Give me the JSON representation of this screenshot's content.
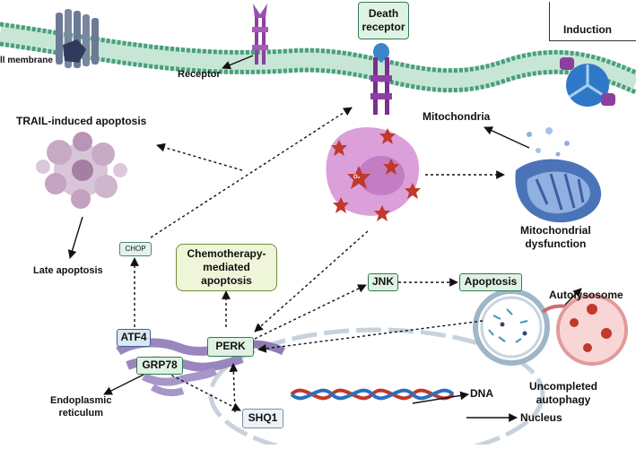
{
  "legend": {
    "label": "Induction"
  },
  "labels": {
    "cell_membrane": "ll membrane",
    "receptor": "Receptor",
    "death_receptor_line1": "Death",
    "death_receptor_line2": "receptor",
    "trail_apoptosis": "TRAIL-induced apoptosis",
    "mitochondria": "Mitochondria",
    "mito_dysfunction_line1": "Mitochondrial",
    "mito_dysfunction_line2": "dysfunction",
    "late_apoptosis": "Late apoptosis",
    "chop": "CHOP",
    "chemo_line1": "Chemotherapy-",
    "chemo_line2": "mediated",
    "chemo_line3": "apoptosis",
    "jnk": "JNK",
    "apoptosis": "Apoptosis",
    "autolysosome": "Autolysosome",
    "uncompleted_line1": "Uncompleted",
    "uncompleted_line2": "autophagy",
    "atf4": "ATF4",
    "perk": "PERK",
    "grp78": "GRP78",
    "er_line1": "Endoplasmic",
    "er_line2": "reticulum",
    "shq1": "SHQ1",
    "dna": "DNA",
    "nucleus": "Nucleus",
    "ros": "O₂"
  },
  "colors": {
    "membrane": "#3f9e78",
    "receptor": "#8c3f9c",
    "death_receptor": "#7b2f8e",
    "er": "#9a86be",
    "cell_blob": "#d99ad8",
    "ros_star": "#c0392b",
    "box_green": "#dff2e3",
    "box_blue": "#dbe8f3",
    "mito": "#4b73b8"
  }
}
